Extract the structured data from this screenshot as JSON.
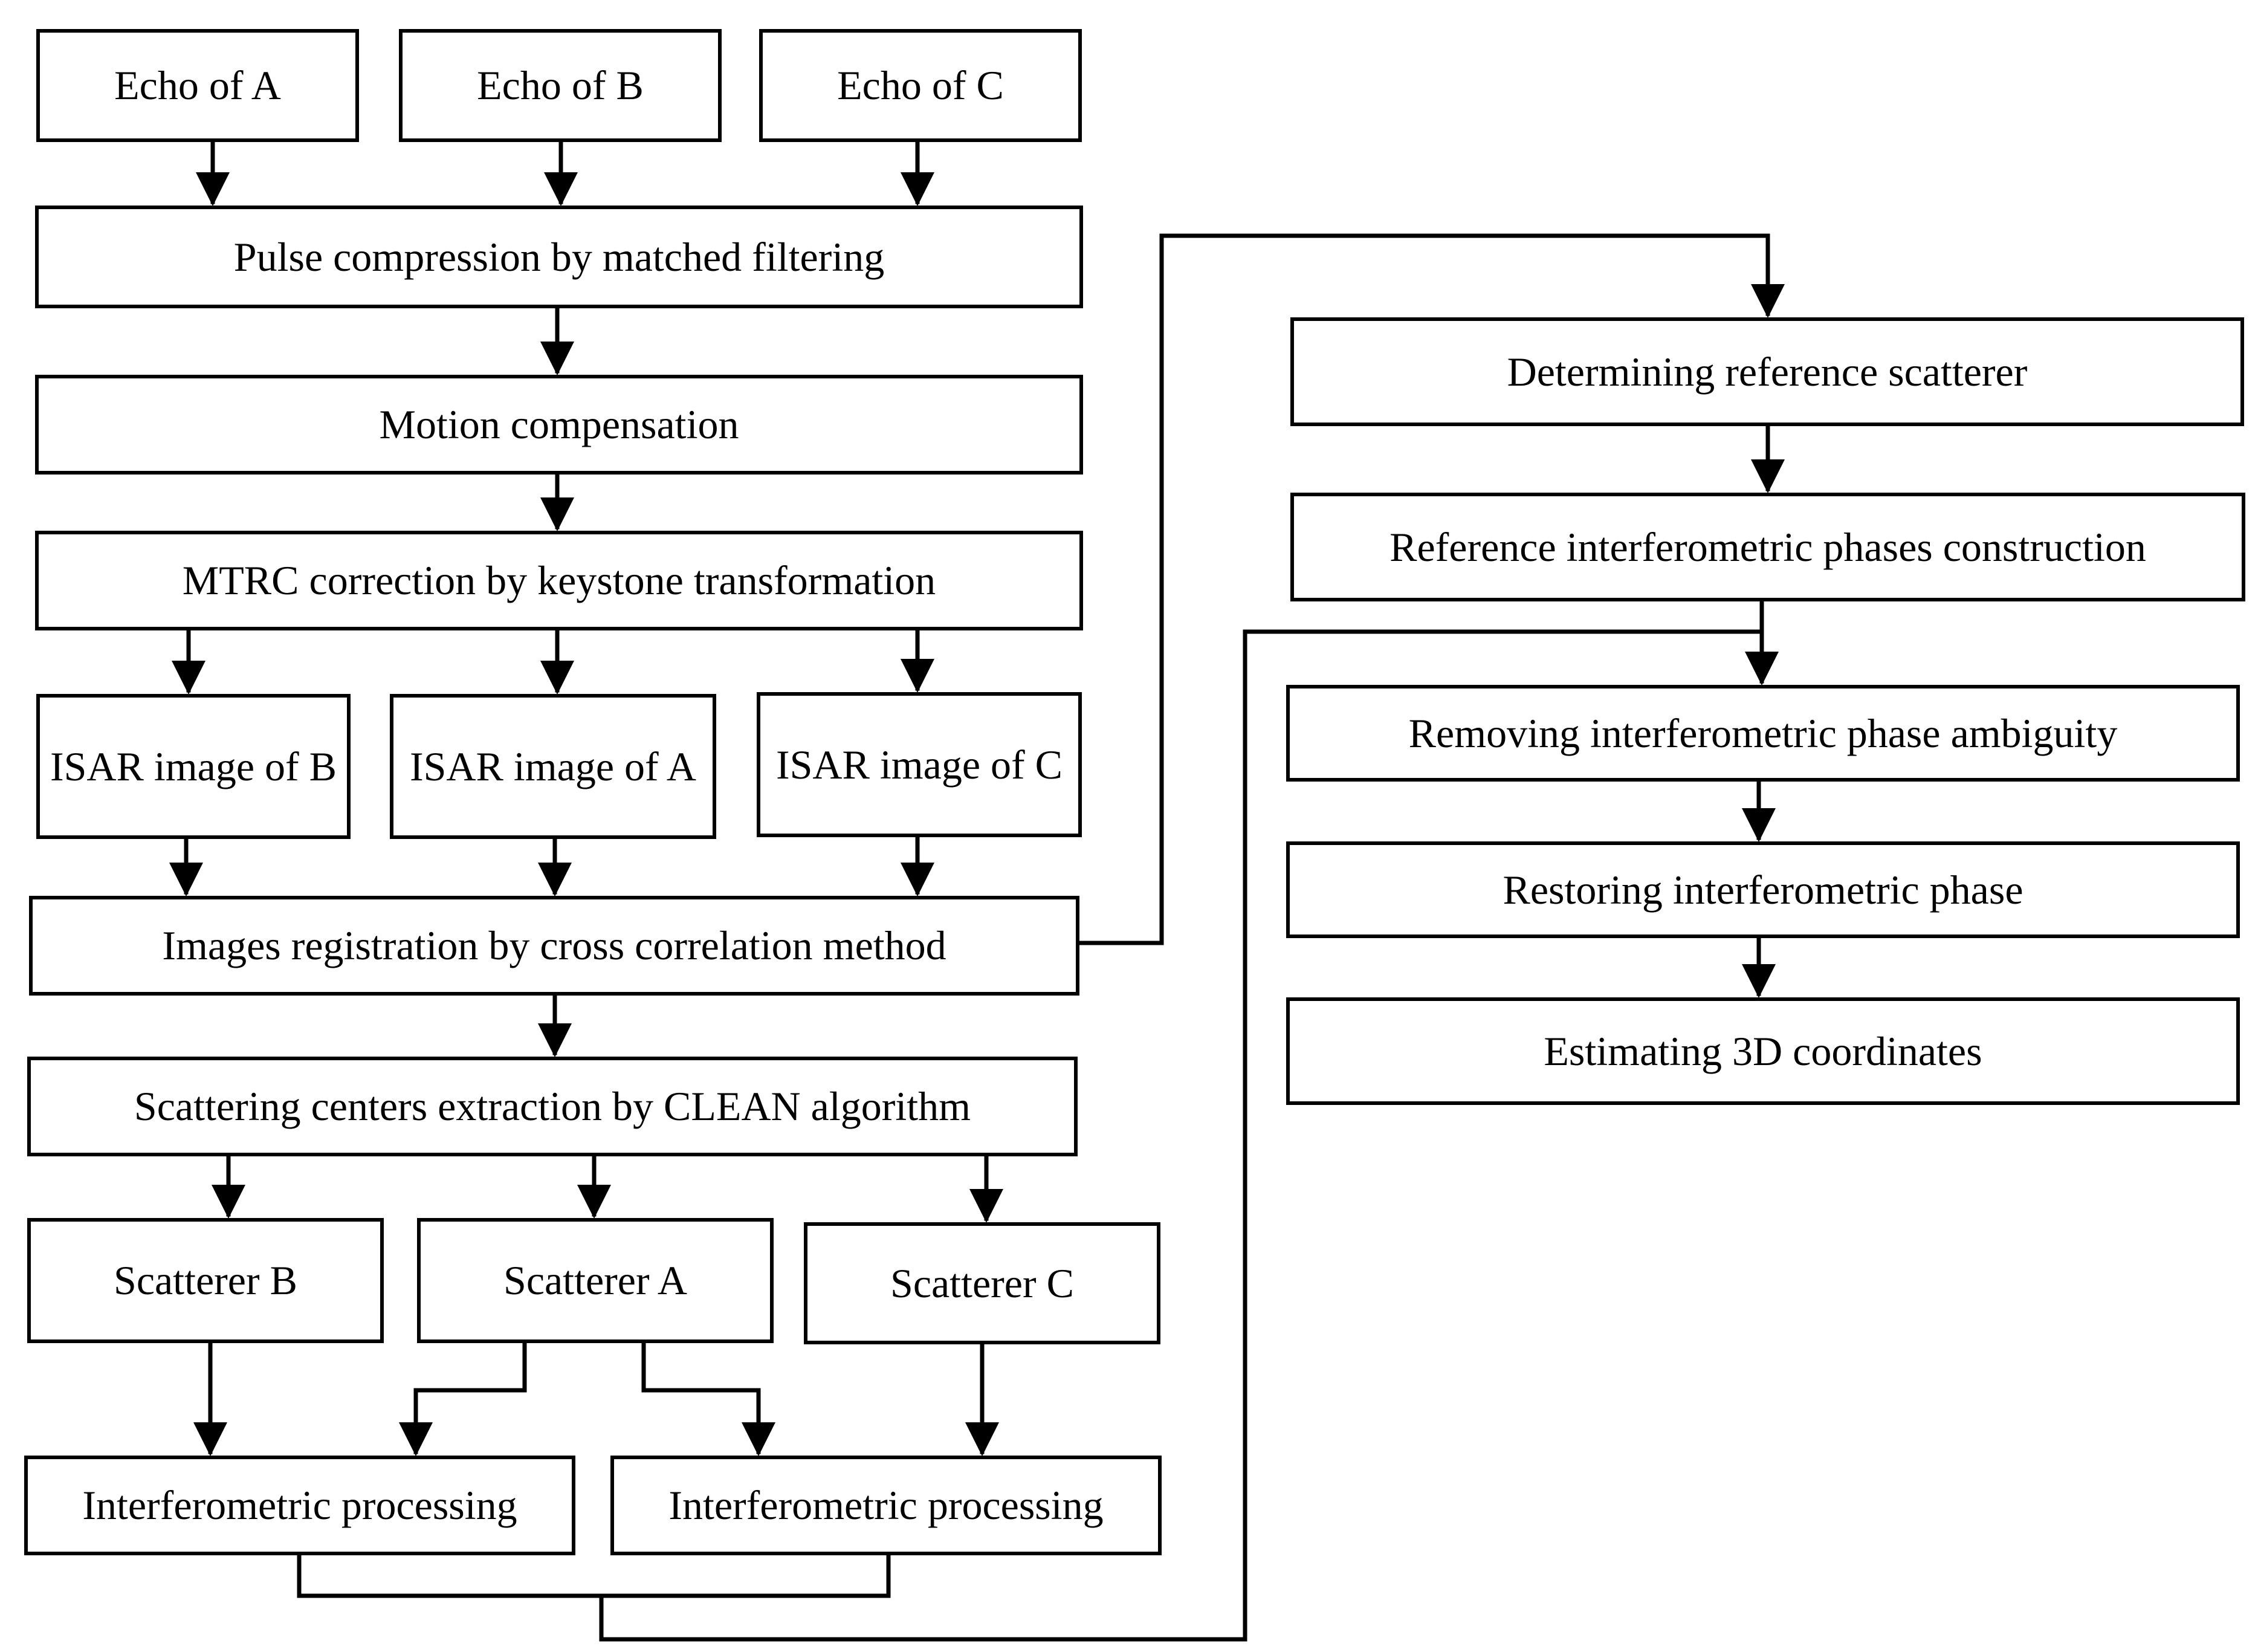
{
  "nodes": {
    "echo_a": "Echo of A",
    "echo_b": "Echo of B",
    "echo_c": "Echo of C",
    "pulse_compression": "Pulse compression by matched filtering",
    "motion_compensation": "Motion compensation",
    "mtrc_correction": "MTRC correction by keystone transformation",
    "isar_b": "ISAR image of B",
    "isar_a": "ISAR image of A",
    "isar_c": "ISAR image of C",
    "registration": "Images registration by cross correlation method",
    "clean_extraction": "Scattering centers extraction by CLEAN algorithm",
    "scatterer_b": "Scatterer B",
    "scatterer_a": "Scatterer A",
    "scatterer_c": "Scatterer C",
    "interf_1": "Interferometric processing",
    "interf_2": "Interferometric processing",
    "reference_scatterer": "Determining reference scatterer",
    "reference_phases": "Reference interferometric phases construction",
    "ambiguity_removal": "Removing interferometric phase ambiguity",
    "phase_restoring": "Restoring interferometric phase",
    "coordinates_3d": "Estimating 3D coordinates"
  }
}
